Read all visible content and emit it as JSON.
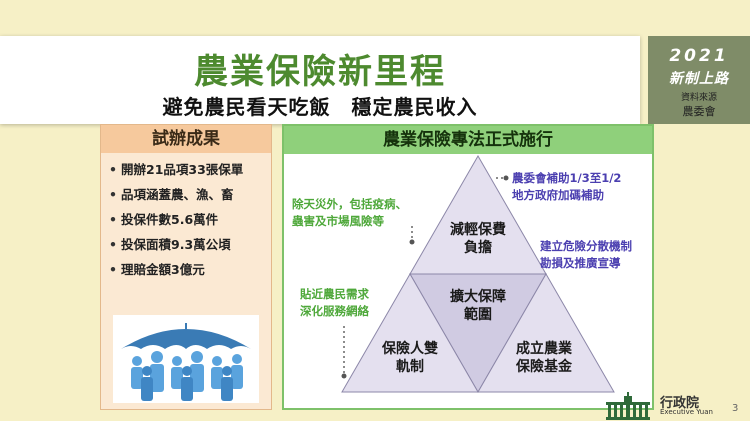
{
  "header": {
    "title": "農業保險新里程",
    "subtitle": "避免農民看天吃飯　穩定農民收入"
  },
  "tag": {
    "year": "2021",
    "slogan": "新制上路",
    "source_label": "資料來源",
    "source": "農委會"
  },
  "left": {
    "heading": "試辦成果",
    "bullet": "•",
    "items": [
      "開辦21品項33張保單",
      "品項涵蓋農、漁、畜",
      "投保件數5.6萬件",
      "投保面積9.3萬公頃",
      "理賠金額3億元"
    ],
    "illustration": "umbrella-people-icon"
  },
  "right": {
    "heading": "農業保險專法正式施行",
    "triangles": {
      "top": "減輕保費負擔",
      "center": "擴大保障範圍",
      "left": "保險人雙軌制",
      "right": "成立農業保險基金"
    },
    "notes": {
      "top_left": [
        "除天災外，包括疫病、",
        "蟲害及市場風險等"
      ],
      "top_right": [
        "農委會補助1/3至1/2",
        "地方政府加碼補助"
      ],
      "mid_right": [
        "建立危險分散機制",
        "勘損及推廣宣導"
      ],
      "mid_left": [
        "貼近農民需求",
        "深化服務網絡"
      ]
    }
  },
  "footer": {
    "org": "行政院",
    "org_en": "Executive Yuan",
    "page": "3",
    "logo": "executive-yuan-building-icon"
  },
  "colors": {
    "background": "#f6f0c6",
    "title_green": "#4d8a2f",
    "tag_bg": "#7f8c68",
    "left_head": "#f6c99d",
    "right_head": "#8fd07b",
    "triangle_fill": "#e4e0ef",
    "note_green": "#4ea83a",
    "note_purple": "#4b3fb0"
  }
}
